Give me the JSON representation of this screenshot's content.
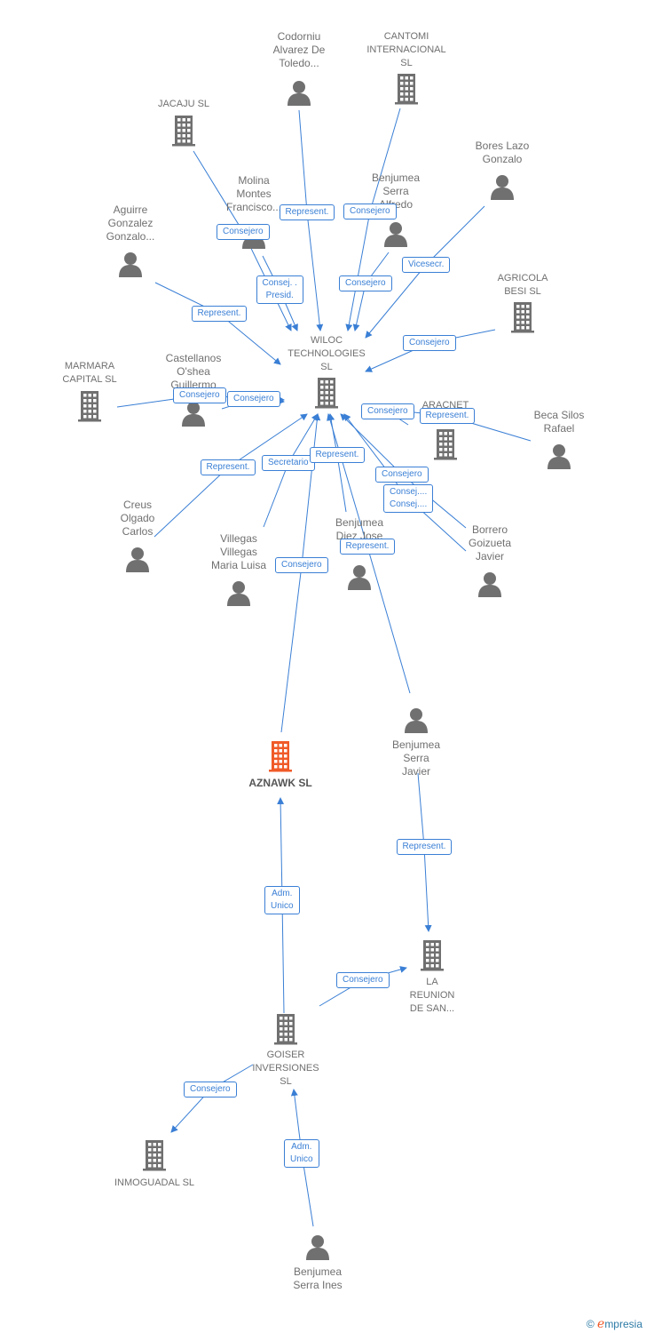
{
  "nodes": {
    "codorniu": {
      "label": "Codorniu\nAlvarez De\nToledo...",
      "kind": "person"
    },
    "cantomi": {
      "label": "CANTOMI\nINTERNACIONAL\nSL",
      "kind": "company"
    },
    "jacaju": {
      "label": "JACAJU  SL",
      "kind": "company"
    },
    "bores": {
      "label": "Bores Lazo\nGonzalo",
      "kind": "person"
    },
    "molina": {
      "label": "Molina\nMontes\nFrancisco...",
      "kind": "person"
    },
    "benjumea_alfredo": {
      "label": "Benjumea\nSerra\nAlfredo",
      "kind": "person"
    },
    "aguirre": {
      "label": "Aguirre\nGonzalez\nGonzalo...",
      "kind": "person"
    },
    "agricola": {
      "label": "AGRICOLA\nBESI  SL",
      "kind": "company"
    },
    "wiloc": {
      "label": "WILOC\nTECHNOLOGIES\nSL",
      "kind": "company"
    },
    "marmara": {
      "label": "MARMARA\nCAPITAL SL",
      "kind": "company"
    },
    "castellanos": {
      "label": "Castellanos\nO'shea\nGuillermo",
      "kind": "person"
    },
    "aracnet": {
      "label": "ARACNET",
      "kind": "company"
    },
    "beca": {
      "label": "Beca Silos\nRafael",
      "kind": "person"
    },
    "creus": {
      "label": "Creus\nOlgado\nCarlos",
      "kind": "person"
    },
    "villegas": {
      "label": "Villegas\nVillegas\nMaria Luisa",
      "kind": "person"
    },
    "benjumea_jose": {
      "label": "Benjumea\nDiez Jose",
      "kind": "person"
    },
    "borrero": {
      "label": "Borrero\nGoizueta\nJavier",
      "kind": "person"
    },
    "benjumea_javier": {
      "label": "Benjumea\nSerra\nJavier",
      "kind": "person"
    },
    "aznawk": {
      "label": "AZNAWK  SL",
      "kind": "company"
    },
    "la_reunion": {
      "label": "LA\nREUNION\nDE SAN...",
      "kind": "company"
    },
    "goiser": {
      "label": "GOISER\nINVERSIONES\nSL",
      "kind": "company"
    },
    "inmoguadal": {
      "label": "INMOGUADAL SL",
      "kind": "company"
    },
    "benjumea_ines": {
      "label": "Benjumea\nSerra Ines",
      "kind": "person"
    }
  },
  "edges": [
    {
      "from": "codorniu",
      "to": "wiloc",
      "label": "Represent."
    },
    {
      "from": "cantomi",
      "to": "wiloc",
      "label": "Consejero"
    },
    {
      "from": "jacaju",
      "to": "wiloc",
      "label": "Consejero"
    },
    {
      "from": "bores",
      "to": "wiloc",
      "label": "Vicesecr."
    },
    {
      "from": "molina",
      "to": "wiloc",
      "label": "Consej. .\nPresid."
    },
    {
      "from": "benjumea_alfredo",
      "to": "wiloc",
      "label": "Consejero"
    },
    {
      "from": "aguirre",
      "to": "wiloc",
      "label": "Represent."
    },
    {
      "from": "agricola",
      "to": "wiloc",
      "label": "Consejero"
    },
    {
      "from": "marmara",
      "to": "wiloc",
      "label": "Consejero"
    },
    {
      "from": "castellanos",
      "to": "wiloc",
      "label": "Consejero"
    },
    {
      "from": "aracnet",
      "to": "wiloc",
      "label": "Consejero"
    },
    {
      "from": "beca",
      "to": "wiloc",
      "label": "Represent."
    },
    {
      "from": "creus",
      "to": "wiloc",
      "label": "Represent."
    },
    {
      "from": "villegas",
      "to": "wiloc",
      "label": "Secretario"
    },
    {
      "from": "benjumea_jose",
      "to": "wiloc",
      "label": "Represent."
    },
    {
      "from": "borrero",
      "to": "wiloc",
      "label": "Consejero"
    },
    {
      "from": "borrero",
      "to": "wiloc",
      "label": "Consej....\nConsej...."
    },
    {
      "from": "aznawk",
      "to": "wiloc",
      "label": "Consejero"
    },
    {
      "from": "benjumea_javier",
      "to": "wiloc",
      "label": "Represent."
    },
    {
      "from": "benjumea_javier",
      "to": "la_reunion",
      "label": "Represent."
    },
    {
      "from": "goiser",
      "to": "aznawk",
      "label": "Adm.\nUnico"
    },
    {
      "from": "goiser",
      "to": "la_reunion",
      "label": "Consejero"
    },
    {
      "from": "goiser",
      "to": "inmoguadal",
      "label": "Consejero"
    },
    {
      "from": "benjumea_ines",
      "to": "goiser",
      "label": "Adm.\nUnico"
    }
  ],
  "colors": {
    "edge": "#3a7fd5",
    "icon": "#707070",
    "focus_icon": "#f05a28"
  },
  "footer": {
    "copyright": "©",
    "brand_first": "e",
    "brand_rest": "mpresia"
  }
}
